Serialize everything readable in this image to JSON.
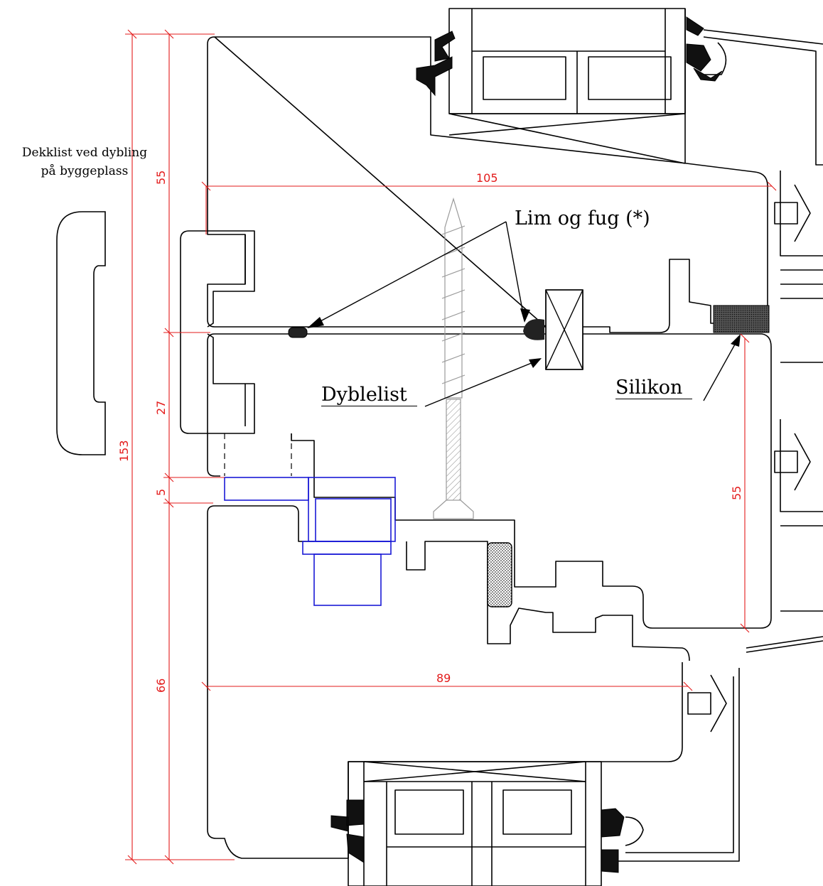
{
  "labels": {
    "note_line1": "Dekklist ved dybling",
    "note_line2": "på byggeplass",
    "lim_og_fug": "Lim og fug (*)",
    "dyblelist": "Dyblelist",
    "silikon": "Silikon"
  },
  "dimensions": {
    "d105": "105",
    "d55_left": "55",
    "d27": "27",
    "d153": "153",
    "d5": "5",
    "d66": "66",
    "d89": "89",
    "d55_right": "55"
  },
  "colors": {
    "outline": "#000000",
    "dimension": "#e31b1b",
    "cover_strip": "#1a1ad6",
    "screw": "#9a9a9a"
  }
}
